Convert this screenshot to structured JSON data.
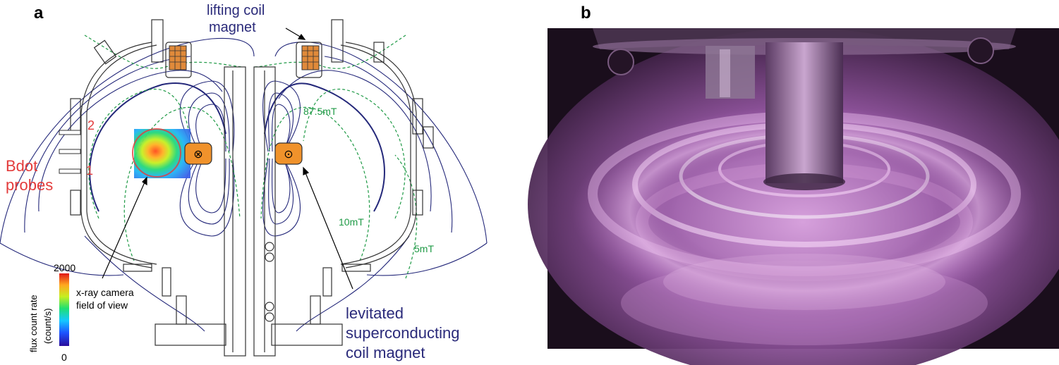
{
  "panels": {
    "a": {
      "letter": "a"
    },
    "b": {
      "letter": "b"
    }
  },
  "labels": {
    "lifting_coil_line1": "lifting coil",
    "lifting_coil_line2": "magnet",
    "bdot_line1": "Bdot",
    "bdot_line2": "probes",
    "probe_1": "1",
    "probe_2": "2",
    "field_87": "87.5mT",
    "field_10": "10mT",
    "field_5": "5mT",
    "xray_line1": "x-ray camera",
    "xray_line2": "field of view",
    "lev_line1": "levitated",
    "lev_line2": "superconducting",
    "lev_line3": "coil magnet",
    "current_in": "⊗",
    "current_out": "⊙"
  },
  "colorbar": {
    "max": "2000",
    "min": "0",
    "title_line1": "flux count rate",
    "title_line2": "(count/s)"
  },
  "colors": {
    "label_blue": "#2a2a7a",
    "label_red": "#e33b3b",
    "label_green": "#1f9a46",
    "coil_orange": "#f0922b",
    "field_line": "#24287a"
  }
}
